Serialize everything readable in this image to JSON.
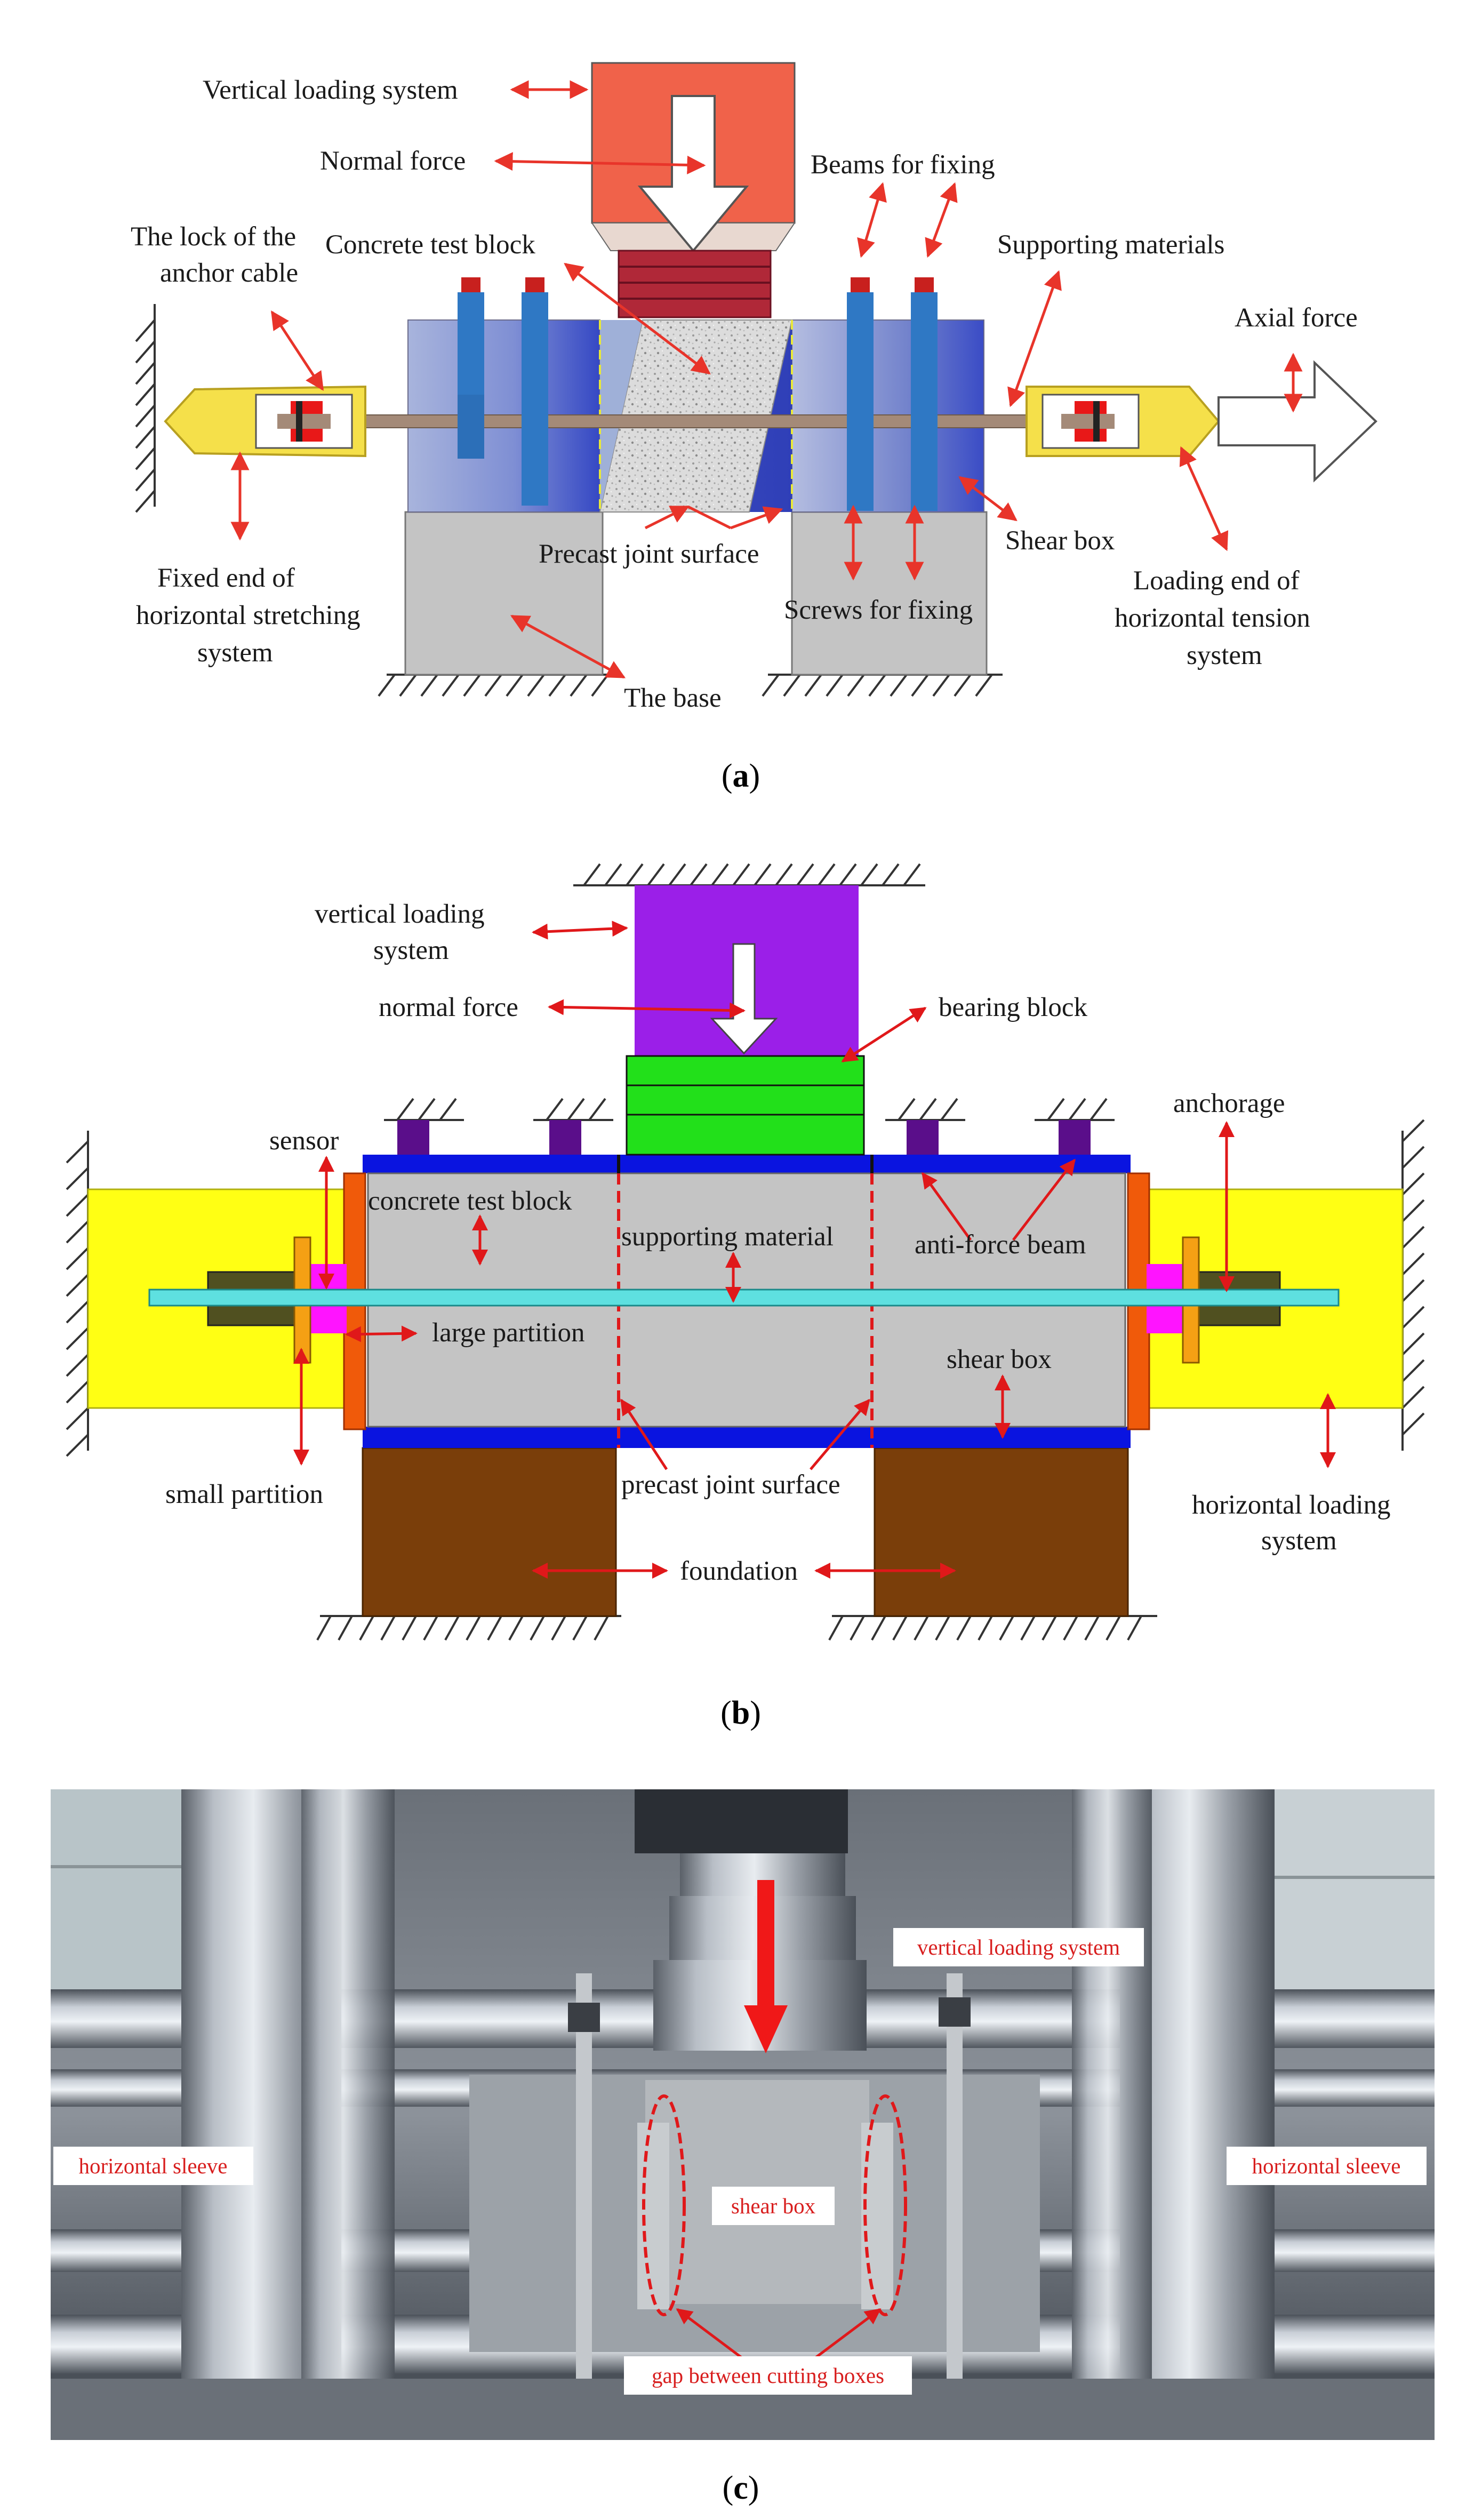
{
  "panel_a": {
    "caption": {
      "open": "(",
      "letter": "a",
      "close": ")"
    },
    "labels": {
      "vertical_loading_system": "Vertical loading system",
      "normal_force": "Normal force",
      "beams_for_fixing": "Beams for fixing",
      "lock_anchor_cable_1": "The lock of the",
      "lock_anchor_cable_2": "anchor cable",
      "concrete_test_block": "Concrete test block",
      "supporting_materials": "Supporting materials",
      "axial_force": "Axial force",
      "fixed_end_1": "Fixed end of",
      "fixed_end_2": "horizontal stretching",
      "fixed_end_3": "system",
      "precast_joint_surface": "Precast joint surface",
      "shear_box": "Shear box",
      "loading_end_1": "Loading end of",
      "loading_end_2": "horizontal tension",
      "loading_end_3": "system",
      "screws_for_fixing": "Screws for fixing",
      "the_base": "The base"
    }
  },
  "panel_b": {
    "caption": {
      "open": "(",
      "letter": "b",
      "close": ")"
    },
    "labels": {
      "vertical_loading_1": "vertical loading",
      "vertical_loading_2": "system",
      "normal_force": "normal force",
      "bearing_block": "bearing block",
      "sensor": "sensor",
      "anchorage": "anchorage",
      "concrete_test_block": "concrete test block",
      "supporting_material": "supporting material",
      "anti_force_beam": "anti-force beam",
      "large_partition": "large partition",
      "shear_box": "shear box",
      "small_partition": "small partition",
      "precast_joint_surface": "precast joint surface",
      "horizontal_loading_1": "horizontal loading",
      "horizontal_loading_2": "system",
      "foundation": "foundation"
    }
  },
  "panel_c": {
    "caption": {
      "open": "(",
      "letter": "c",
      "close": ")"
    },
    "labels": {
      "vertical_loading_system": "vertical loading system",
      "horizontal_sleeve_left": "horizontal sleeve",
      "horizontal_sleeve_right": "horizontal sleeve",
      "shear_box": "shear box",
      "gap_between_cutting_boxes": "gap between cutting boxes"
    }
  },
  "colors": {
    "arrow_red": "#e8342a",
    "loading_block_a": "#f0624a",
    "shear_box_blue": "#4a5ec8",
    "screw_blue": "#2f78c4",
    "base_gray": "#c4c4c4",
    "anchor_yellow": "#f5e04a",
    "purple_loader": "#9b1fe8",
    "green_bearing": "#22e01a",
    "dark_blue_plate": "#0a14e0",
    "cyan_rod": "#5ee0e0",
    "brown_foundation": "#7a3e0a",
    "yellow_loader": "#ffff14"
  }
}
